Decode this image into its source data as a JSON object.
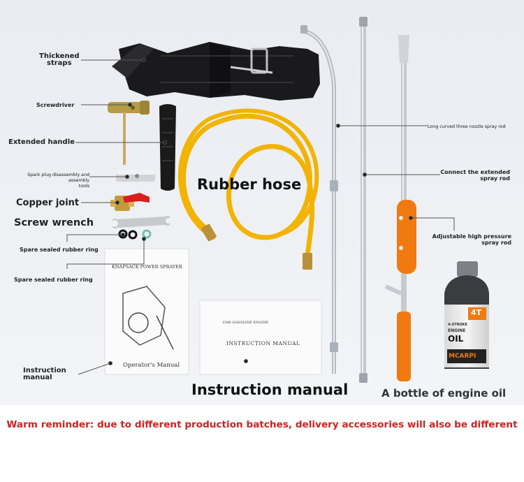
{
  "labels": {
    "thickened_straps": "Thickened\nstraps",
    "screwdriver": "Screwdriver",
    "extended_handle": "Extended handle",
    "spark_plug_tool": "Spark plug disassembly and assembly\ntools",
    "copper_joint": "Copper joint",
    "screw_wrench": "Screw wrench",
    "spare_ring_1": "Spare sealed rubber ring",
    "spare_ring_2": "Spare sealed rubber ring",
    "instruction_manual_small": "Instruction\nmanual",
    "rubber_hose": "Rubber hose",
    "instruction_manual_big": "Instruction manual",
    "long_curved_rod": "Long curved three nozzle spray rod",
    "connect_extended_rod": "Connect the extended\nspray rod",
    "adjustable_rod": "Adjustable high pressure\nspray rod",
    "engine_oil": "A bottle of engine oil"
  },
  "manual_left": {
    "title": "KNAPSACK POWER SPRAYER",
    "caption": "Operator's Manual"
  },
  "manual_right": {
    "header": "1598 GASOLINE ENGINE",
    "title": "INSTRUCTION MANUAL"
  },
  "oil_bottle": {
    "badge": "4T",
    "brand": "MCARPI",
    "text_lines": [
      "4-STROKE",
      "ENGINE",
      "OIL"
    ]
  },
  "reminder": "Warm reminder: due to different production batches, delivery accessories will also be different",
  "colors": {
    "reminder": "#d42020",
    "hose": "#f2b400",
    "orange": "#f07a10"
  }
}
